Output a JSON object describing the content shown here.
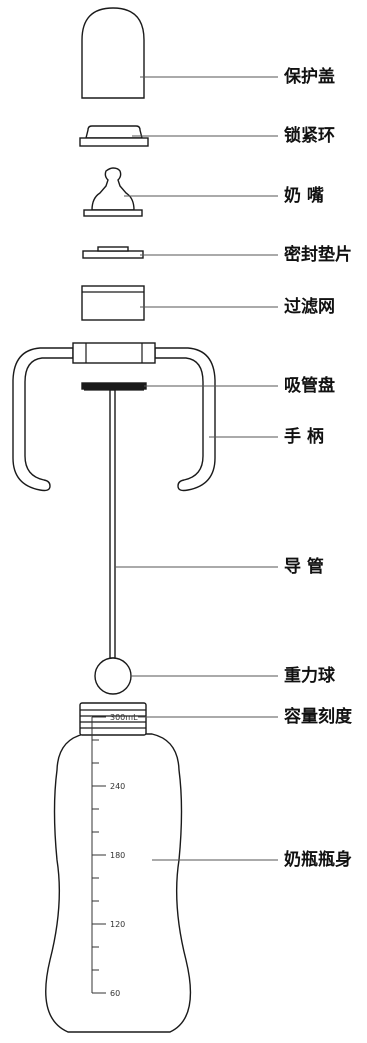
{
  "labels": {
    "cap": "保护盖",
    "lock_ring": "锁紧环",
    "nipple": "奶 嘴",
    "gasket": "密封垫片",
    "filter": "过滤网",
    "suction_plate": "吸管盘",
    "handle": "手 柄",
    "straw": "导 管",
    "weight_ball": "重力球",
    "scale": "容量刻度",
    "bottle_body": "奶瓶瓶身"
  },
  "scale_marks": [
    "300mL",
    "240",
    "180",
    "120",
    "60"
  ],
  "colors": {
    "stroke": "#1a1a1a",
    "leader": "#555555",
    "background": "#ffffff"
  }
}
